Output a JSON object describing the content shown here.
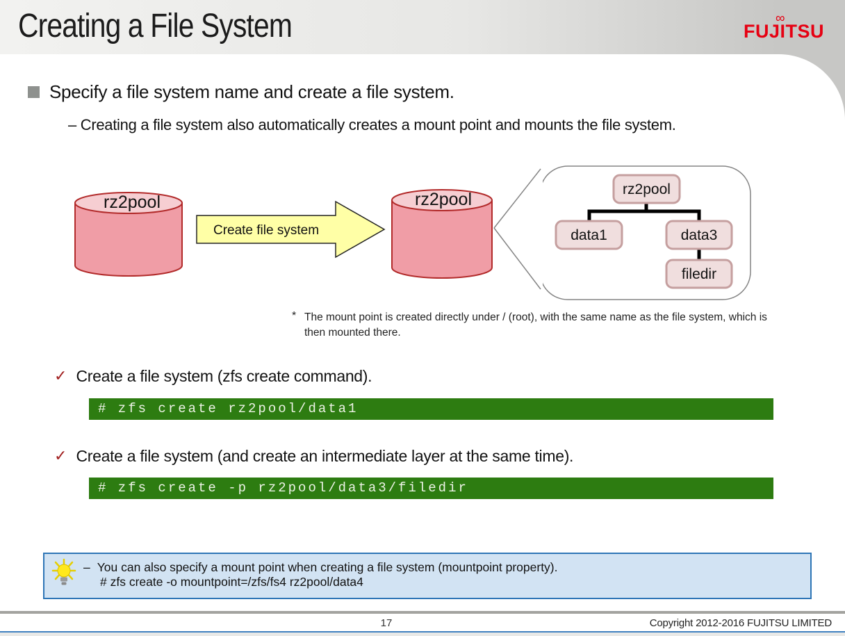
{
  "header": {
    "title": "Creating a File System",
    "logo_text": "FUJITSU",
    "logo_infinity": "∞",
    "logo_color": "#e60012"
  },
  "content": {
    "bullet": "Specify a file system name and create a file system.",
    "sub_bullet": "– Creating a file system also automatically creates a mount point and mounts the file system.",
    "note": {
      "marker": "*",
      "line1": "The mount point is created directly under / (root), with the same name as the file system, which is",
      "line2": "then mounted there."
    },
    "steps": [
      {
        "mark": "✓",
        "label": "Create a file system (zfs create command).",
        "command": "# zfs create rz2pool/data1"
      },
      {
        "mark": "✓",
        "label": "Create a file system (and create an intermediate layer at the same time).",
        "command": "# zfs create -p rz2pool/data3/filedir"
      }
    ]
  },
  "diagram": {
    "left_pool_label": "rz2pool",
    "arrow_label": "Create file system",
    "right_pool_label": "rz2pool",
    "tree": {
      "root": "rz2pool",
      "children": [
        "data1",
        "data3"
      ],
      "grandchild": "filedir"
    },
    "colors": {
      "cylinder_fill": "#f09da6",
      "cylinder_top": "#f6ced2",
      "cylinder_border": "#b22a2a",
      "arrow_fill": "#ffffa6",
      "tree_box_fill": "#f0dede",
      "tree_box_border": "#c59f9f"
    }
  },
  "tip": {
    "dash": "–",
    "line1": "You can also specify a mount point when creating a file system (mountpoint property).",
    "line2": "# zfs create -o mountpoint=/zfs/fs4 rz2pool/data4"
  },
  "footer": {
    "page_number": "17",
    "copyright": "Copyright 2012-2016 FUJITSU LIMITED"
  },
  "colors": {
    "code_bg": "#2d7c11",
    "tip_bg": "#d2e3f3",
    "tip_border": "#2e75b6",
    "accent_red": "#a11f1f",
    "footer_blue": "#3f80c0"
  }
}
